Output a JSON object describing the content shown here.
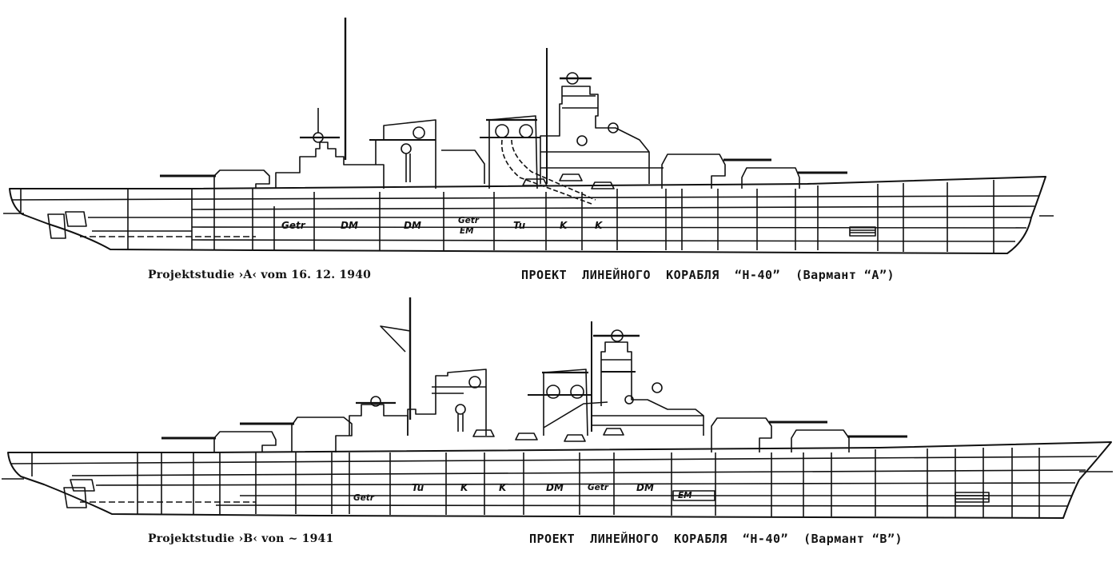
{
  "drawings": [
    {
      "id": "variant-a",
      "caption_german": "Projektstudie ›A‹ vom 16. 12. 1940",
      "caption_russian": "ПРОЕКТ  ЛИНЕЙНОГО  КОРАБЛЯ  “Н-40”  (Вармант “А”)",
      "compartments": [
        {
          "label": "Getr"
        },
        {
          "label": "DM"
        },
        {
          "label": "DM"
        },
        {
          "label": "Getr",
          "label2": "EM"
        },
        {
          "label": "Tu"
        },
        {
          "label": "K"
        },
        {
          "label": "K"
        }
      ]
    },
    {
      "id": "variant-b",
      "caption_german": "Projektstudie ›B‹ von ~ 1941",
      "caption_russian": "ПРОЕКТ  ЛИНЕЙНОГО  КОРАБЛЯ  “Н-40”  (Вармант “В”)",
      "compartments": [
        {
          "label": "Getr"
        },
        {
          "label": "Tu"
        },
        {
          "label": "K"
        },
        {
          "label": "K"
        },
        {
          "label": "DM"
        },
        {
          "label": "Getr"
        },
        {
          "label": "DM"
        },
        {
          "label": "EM"
        }
      ]
    }
  ]
}
